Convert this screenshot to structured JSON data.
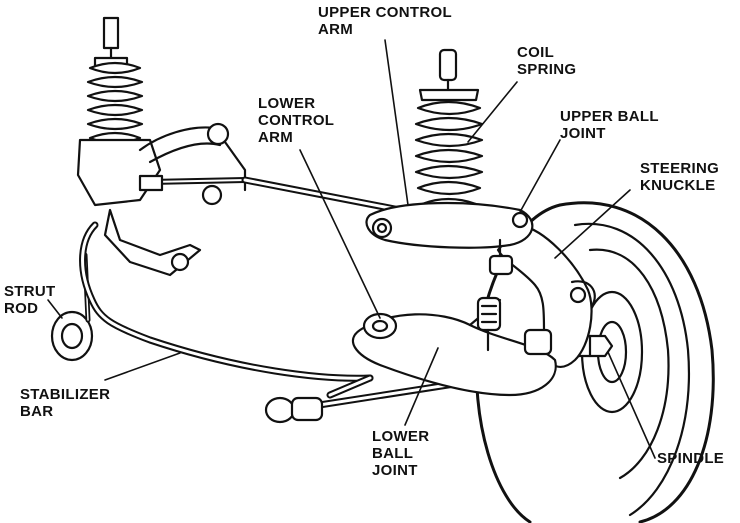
{
  "labels": {
    "upper_control_arm": [
      "UPPER CONTROL",
      "ARM"
    ],
    "coil_spring": [
      "COIL",
      "SPRING"
    ],
    "upper_ball_joint": [
      "UPPER BALL",
      "JOINT"
    ],
    "lower_control_arm": [
      "LOWER",
      "CONTROL",
      "ARM"
    ],
    "steering_knuckle": [
      "STEERING",
      "KNUCKLE"
    ],
    "strut_rod": [
      "STRUT",
      "ROD"
    ],
    "stabilizer_bar": [
      "STABILIZER",
      "BAR"
    ],
    "lower_ball_joint": [
      "LOWER",
      "BALL",
      "JOINT"
    ],
    "spindle": [
      "SPINDLE"
    ]
  },
  "colors": {
    "ink": "#111111",
    "paper": "#ffffff"
  }
}
